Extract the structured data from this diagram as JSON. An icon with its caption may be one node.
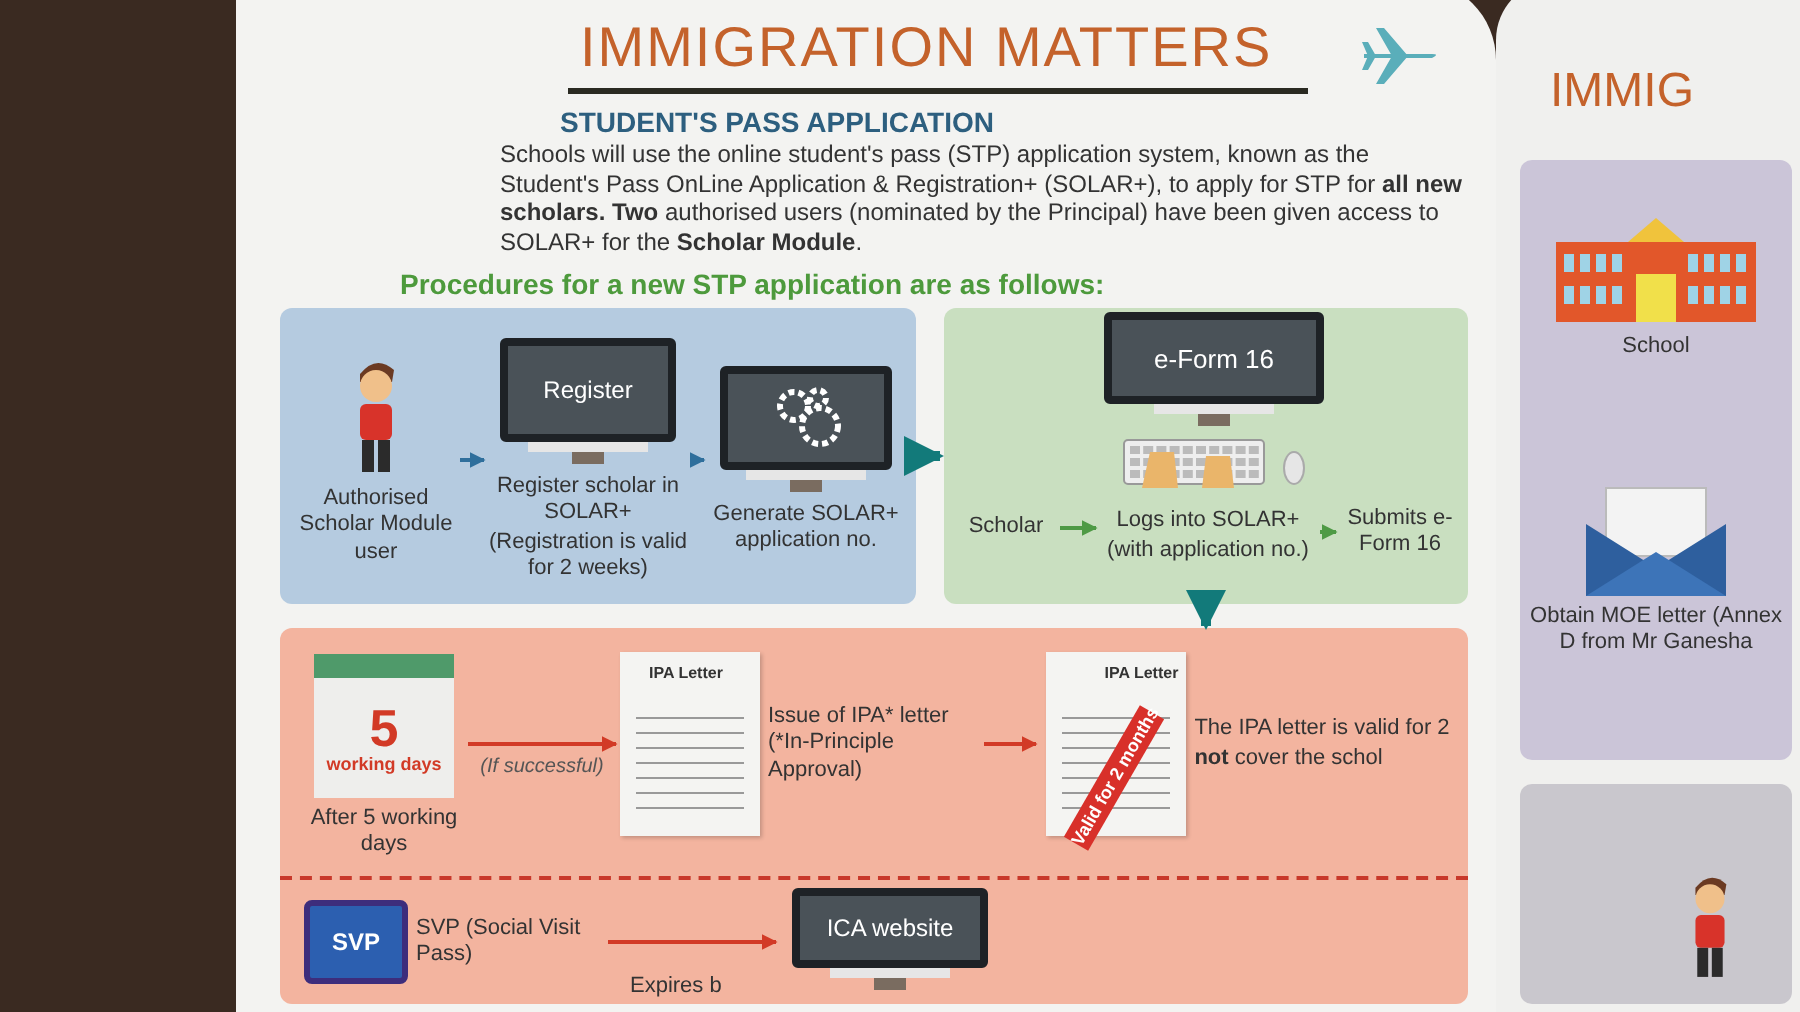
{
  "diagram": {
    "title": "IMMIGRATION MATTERS",
    "nodes": [
      {
        "text": [],
        "shape": "box"
      },
      {
        "text": [
          "Authorised Scholar Module user"
        ],
        "in": 0
      },
      {
        "text": [
          "Register",
          "Register scholar in SOLAR+",
          "(Registration is valid for 2 weeks)"
        ],
        "in": 0
      },
      {
        "text": [
          "Generate SOLAR+ application no."
        ],
        "in": 0
      },
      {
        "text": [],
        "shape": "box"
      },
      {
        "text": [
          "e-Form 16"
        ],
        "in": 4
      },
      {
        "text": [
          "Scholar"
        ],
        "in": 4
      },
      {
        "text": [
          "Logs into SOLAR+",
          "(with application no.)"
        ],
        "in": 4
      },
      {
        "text": [
          "Submits e-Form 16"
        ],
        "in": 4
      },
      {
        "text": [],
        "shape": "box"
      },
      {
        "text": [
          "5",
          "working days"
        ],
        "in": 9,
        "beside": [
          "After 5 working days"
        ]
      },
      {
        "text": [
          "IPA Letter"
        ],
        "in": 9,
        "beside": [
          "Issue of IPA* letter (*In-Principle Approval)"
        ]
      },
      {
        "text": [
          "IPA Letter",
          "Valid for 2 months"
        ],
        "in": 9,
        "beside": [
          "The IPA letter is valid for 2",
          "**not** cover the schol"
        ]
      },
      {
        "text": [
          "SVP"
        ],
        "in": 9,
        "beside": [
          "SVP (Social Visit Pass)"
        ]
      },
      {
        "text": [
          "ICA website"
        ],
        "in": 9
      },
      {
        "text": [],
        "shape": "box"
      },
      {
        "text": [
          "School"
        ],
        "in": 15
      },
      {
        "text": [
          "Obtain MOE letter (Annex D from Mr Ganesha"
        ],
        "in": 15
      },
      {
        "text": [],
        "shape": "box"
      },
      {
        "text": [],
        "shape": "person",
        "in": 18
      }
    ],
    "edges": [
      {
        "from": 1,
        "to": 2,
        "arrow": "to",
        "color": "#2f6f9c"
      },
      {
        "from": 2,
        "to": 3,
        "arrow": "to",
        "color": "#2f6f9c"
      },
      {
        "from": 0,
        "to": 4,
        "arrow": "to",
        "style": "thick",
        "color": "#127a7a"
      },
      {
        "from": 6,
        "to": 7,
        "arrow": "to",
        "color": "#4e9a45"
      },
      {
        "from": 7,
        "to": 8,
        "arrow": "to",
        "color": "#4e9a45"
      },
      {
        "from": 4,
        "to": 9,
        "arrow": "to",
        "style": "thick",
        "color": "#127a7a"
      },
      {
        "from": 10,
        "to": 11,
        "arrow": "to",
        "label": "(If successful)"
      },
      {
        "from": 11,
        "to": 12,
        "arrow": "to"
      },
      {
        "from": 13,
        "to": 14,
        "arrow": "to"
      }
    ],
    "labels": [
      "STUDENT'S PASS APPLICATION",
      "Schools will use the online student's pass (STP) application system, known as the Student's Pass OnLine Application & Registration+ (SOLAR+), to apply for STP for **all new scholars. Two** authorised users (nominated by the Principal) have been given access to SOLAR+ for the **Scholar Module**.",
      "Procedures for a new STP application are as follows:",
      "Expires b",
      "IMMIG"
    ]
  }
}
